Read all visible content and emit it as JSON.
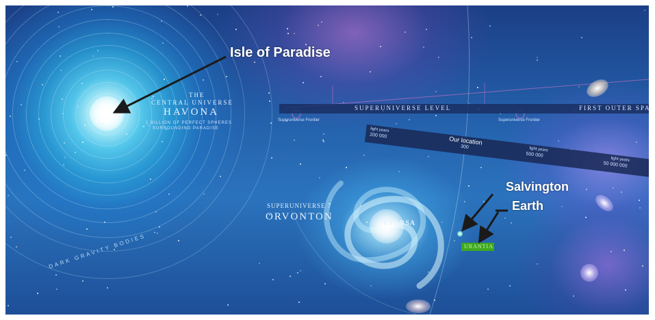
{
  "callouts": {
    "paradise": "Isle of Paradise",
    "salvington": "Salvington",
    "earth": "Earth"
  },
  "havona": {
    "line1": "The",
    "line2": "Central Universe",
    "title": "Havona",
    "caption1": "1 Billion of perfect spheres",
    "caption2": "Surrounding Paradise",
    "ring_text": "Dark Gravity Bodies"
  },
  "levels": {
    "superuniverse": "Superuniverse level",
    "first_outer": "First outer space"
  },
  "scale": {
    "ly1_label": "light years",
    "ly1_value": "200 000",
    "location_label": "Our location",
    "location_value": "300",
    "ly2_label": "light years",
    "ly2_value": "500 000",
    "ly3_label": "light years",
    "ly3_value": "50 000 000"
  },
  "small_captions": {
    "left": "Superuniverse Frontier",
    "right": "Superuniverse Frontier"
  },
  "orvonton": {
    "line1": "Superuniverse 7",
    "title": "Orvonton",
    "center": "Uversa"
  },
  "urantia": "Urantia",
  "colors": {
    "callout_text": "#ffffff",
    "arrow": "#1a1a1a",
    "urantia_box": "#3ea81e",
    "band": "#1f3470",
    "space_deep": "#1b3f86"
  }
}
